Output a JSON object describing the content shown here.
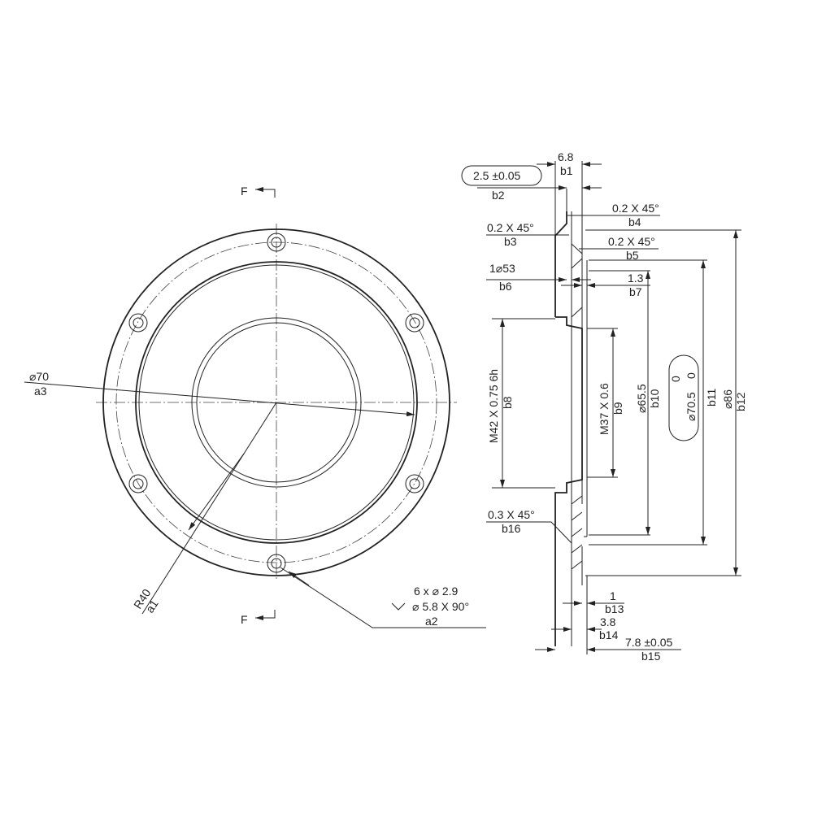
{
  "front_view": {
    "section_mark": "F",
    "a1": {
      "value": "R40",
      "tag": "a1"
    },
    "a2": {
      "line1": "6 x ⌀ 2.9",
      "line2": "⌀ 5.8 X 90°",
      "tag": "a2"
    },
    "a3": {
      "value": "⌀70",
      "tag": "a3"
    }
  },
  "section_view": {
    "b1": {
      "value": "6.8",
      "tag": "b1"
    },
    "b2": {
      "value": "2.5 ±0.05",
      "tag": "b2"
    },
    "b3": {
      "value": "0.2 X 45°",
      "tag": "b3"
    },
    "b4": {
      "value": "0.2 X 45°",
      "tag": "b4"
    },
    "b5": {
      "value": "0.2 X 45°",
      "tag": "b5"
    },
    "b6": {
      "value": "1⌀53",
      "tag": "b6"
    },
    "b7": {
      "value": "1.3",
      "tag": "b7"
    },
    "b8": {
      "value": "M42 X 0.75 6h",
      "tag": "b8"
    },
    "b9": {
      "value": "M37 X 0.6",
      "tag": "b9"
    },
    "b10": {
      "value": "⌀65.5",
      "tag": "b10"
    },
    "b11": {
      "value": "⌀70.5",
      "tol_upper": "0",
      "tol_lower": "0",
      "tag": "b11"
    },
    "b12": {
      "value": "⌀86",
      "tag": "b12"
    },
    "b13": {
      "value": "1",
      "tag": "b13"
    },
    "b14": {
      "value": "3.8",
      "tag": "b14"
    },
    "b15": {
      "value": "7.8 ±0.05",
      "tag": "b15"
    },
    "b16": {
      "value": "0.3 X 45°",
      "tag": "b16"
    }
  }
}
